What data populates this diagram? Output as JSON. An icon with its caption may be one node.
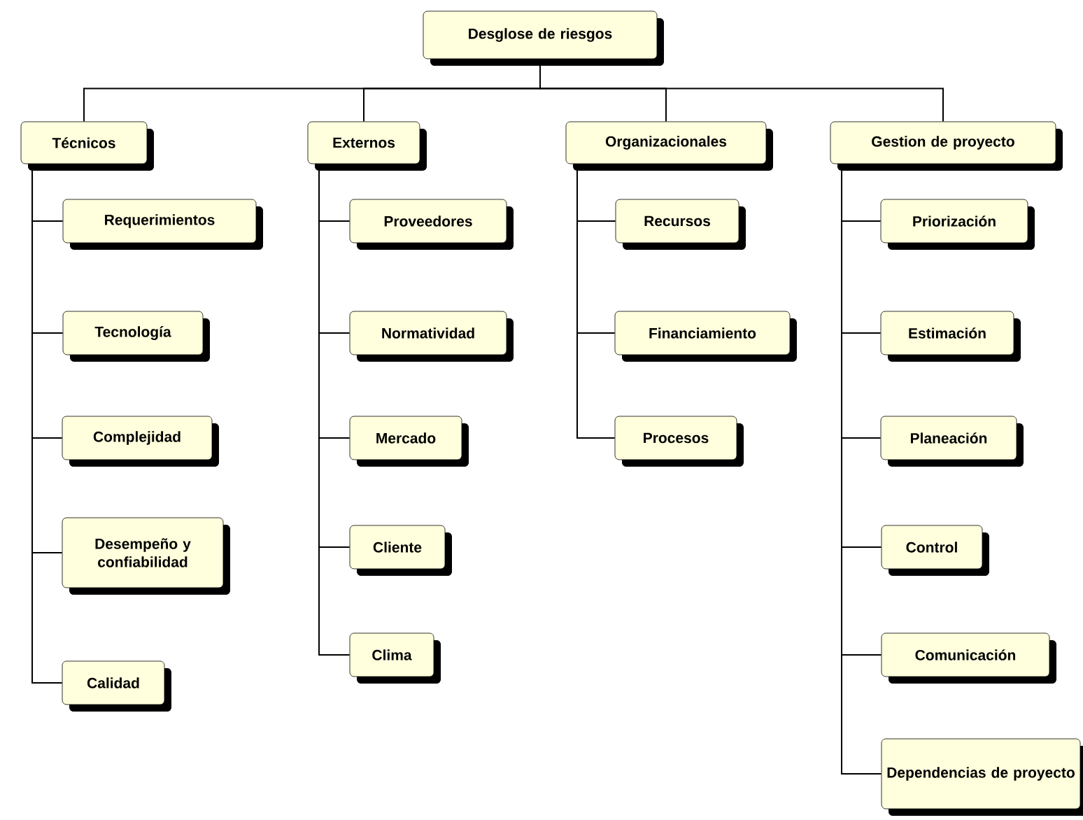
{
  "diagram": {
    "nodes": [
      {
        "text": [
          "Desglose de riesgos"
        ]
      },
      {
        "text": [
          "Técnicos"
        ]
      },
      {
        "text": [
          "Requerimientos"
        ]
      },
      {
        "text": [
          "Tecnología"
        ]
      },
      {
        "text": [
          "Complejidad"
        ]
      },
      {
        "text": [
          "Desempeño y confiabilidad"
        ]
      },
      {
        "text": [
          "Calidad"
        ]
      },
      {
        "text": [
          "Externos"
        ]
      },
      {
        "text": [
          "Proveedores"
        ]
      },
      {
        "text": [
          "Normatividad"
        ]
      },
      {
        "text": [
          "Mercado"
        ]
      },
      {
        "text": [
          "Cliente"
        ]
      },
      {
        "text": [
          "Clima"
        ]
      },
      {
        "text": [
          "Organizacionales"
        ]
      },
      {
        "text": [
          "Recursos"
        ]
      },
      {
        "text": [
          "Financiamiento"
        ]
      },
      {
        "text": [
          "Procesos"
        ]
      },
      {
        "text": [
          "Gestion de proyecto"
        ]
      },
      {
        "text": [
          "Priorización"
        ]
      },
      {
        "text": [
          "Estimación"
        ]
      },
      {
        "text": [
          "Planeación"
        ]
      },
      {
        "text": [
          "Control"
        ]
      },
      {
        "text": [
          "Comunicación"
        ]
      },
      {
        "text": [
          "Dependencias de proyecto"
        ]
      }
    ],
    "edges": [
      {
        "from": 0,
        "to": 1,
        "arrow": "none"
      },
      {
        "from": 0,
        "to": 7,
        "arrow": "none"
      },
      {
        "from": 0,
        "to": 13,
        "arrow": "none"
      },
      {
        "from": 0,
        "to": 17,
        "arrow": "none"
      },
      {
        "from": 1,
        "to": 2,
        "arrow": "none"
      },
      {
        "from": 1,
        "to": 3,
        "arrow": "none"
      },
      {
        "from": 1,
        "to": 4,
        "arrow": "none"
      },
      {
        "from": 1,
        "to": 5,
        "arrow": "none"
      },
      {
        "from": 1,
        "to": 6,
        "arrow": "none"
      },
      {
        "from": 7,
        "to": 8,
        "arrow": "none"
      },
      {
        "from": 7,
        "to": 9,
        "arrow": "none"
      },
      {
        "from": 7,
        "to": 10,
        "arrow": "none"
      },
      {
        "from": 7,
        "to": 11,
        "arrow": "none"
      },
      {
        "from": 7,
        "to": 12,
        "arrow": "none"
      },
      {
        "from": 13,
        "to": 14,
        "arrow": "none"
      },
      {
        "from": 13,
        "to": 15,
        "arrow": "none"
      },
      {
        "from": 13,
        "to": 16,
        "arrow": "none"
      },
      {
        "from": 17,
        "to": 18,
        "arrow": "none"
      },
      {
        "from": 17,
        "to": 19,
        "arrow": "none"
      },
      {
        "from": 17,
        "to": 20,
        "arrow": "none"
      },
      {
        "from": 17,
        "to": 21,
        "arrow": "none"
      },
      {
        "from": 17,
        "to": 22,
        "arrow": "none"
      },
      {
        "from": 17,
        "to": 23,
        "arrow": "none"
      }
    ]
  }
}
